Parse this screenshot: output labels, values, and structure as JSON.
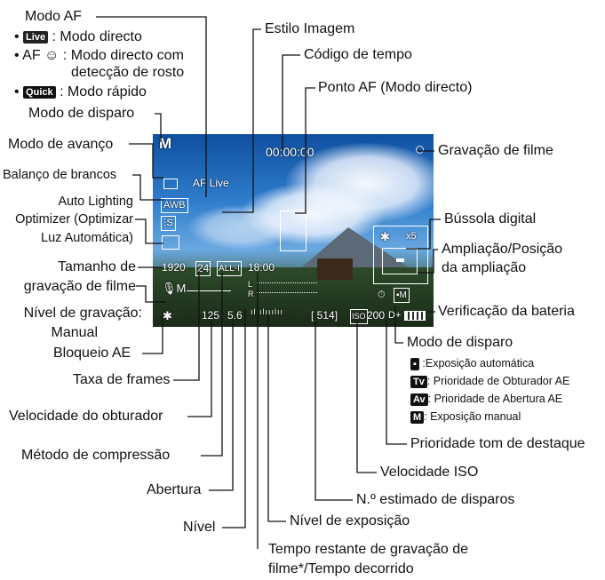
{
  "screen": {
    "mode_letter": "M",
    "af_indicator": "AF Live",
    "timecode": "00:00:00",
    "wb_icon": "AWB",
    "movie_size": "1920",
    "frame_rate": "24",
    "compression": "ALL-I",
    "remaining_time": "18:00",
    "shutter": "125",
    "aperture": "5.6",
    "shots": "[ 514]",
    "iso_icon": "ISO",
    "iso": "200",
    "d_plus": "D+",
    "magnify": "x5",
    "level_l": "L",
    "level_r": "R"
  },
  "labels": {
    "modo_af": "Modo AF",
    "af_live": "Modo directo",
    "af_face_1": "Modo directo com",
    "af_face_2": "detecção de rosto",
    "af_quick": "Modo rápido",
    "modo_disparo": "Modo de disparo",
    "modo_avanco": "Modo de avanço",
    "balanco": "Balanço de brancos",
    "alo_1": "Auto Lighting",
    "alo_2": "Optimizer (Optimizar",
    "alo_3": "Luz Automática)",
    "tam_1": "Tamanho de",
    "tam_2": "gravação de filme",
    "nivel_grav_1": "Nível de gravação:",
    "nivel_grav_2": "Manual",
    "bloqueio": "Bloqueio AE",
    "taxa": "Taxa de frames",
    "velocidade_obt": "Velocidade do obturador",
    "metodo": "Método de compressão",
    "abertura": "Abertura",
    "nivel": "Nível",
    "tempo_1": "Tempo restante de gravação de",
    "tempo_2": "filme*/Tempo decorrido",
    "estilo": "Estilo Imagem",
    "codigo": "Código de tempo",
    "ponto_af": "Ponto AF (Modo directo)",
    "gravacao": "Gravação de filme",
    "bussola": "Bússola digital",
    "amp_1": "Ampliação/Posição",
    "amp_2": "da ampliação",
    "bateria": "Verificação da bateria",
    "modo_disparo_r": "Modo de disparo",
    "exp_auto": ":Exposição automática",
    "prio_obt": ": Prioridade de Obturador AE",
    "prio_abe": ": Prioridade de Abertura AE",
    "exp_manual": ": Exposição manual",
    "prioridade_tom": "Prioridade tom de destaque",
    "velocidade_iso": "Velocidade ISO",
    "disparos": "N.º estimado de disparos",
    "nivel_exp": "Nível de exposição"
  },
  "icons": {
    "af_live_tag": "Live",
    "af_quick_tag": "Quick"
  }
}
